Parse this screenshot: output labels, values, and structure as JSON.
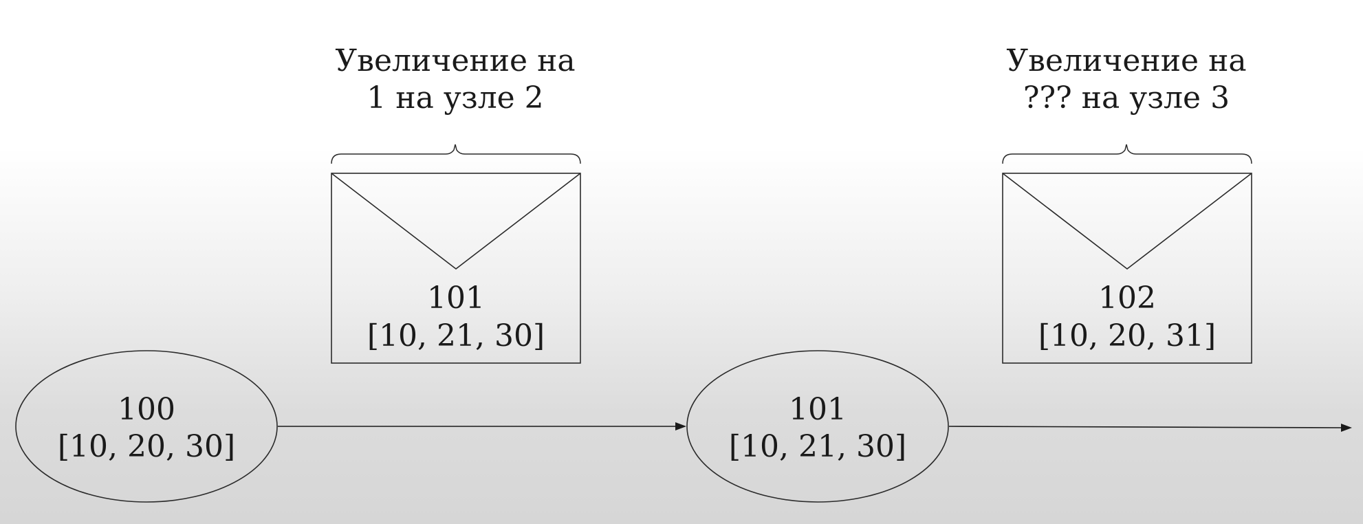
{
  "messages": [
    {
      "caption": [
        "Увеличение на",
        "1 на узле 2"
      ],
      "number": "101",
      "vector": "[10, 21, 30]"
    },
    {
      "caption": [
        "Увеличение на",
        "??? на узле 3"
      ],
      "number": "102",
      "vector": "[10, 20, 31]"
    }
  ],
  "nodes": [
    {
      "number": "100",
      "vector": "[10, 20, 30]"
    },
    {
      "number": "101",
      "vector": "[10, 21, 30]"
    }
  ]
}
